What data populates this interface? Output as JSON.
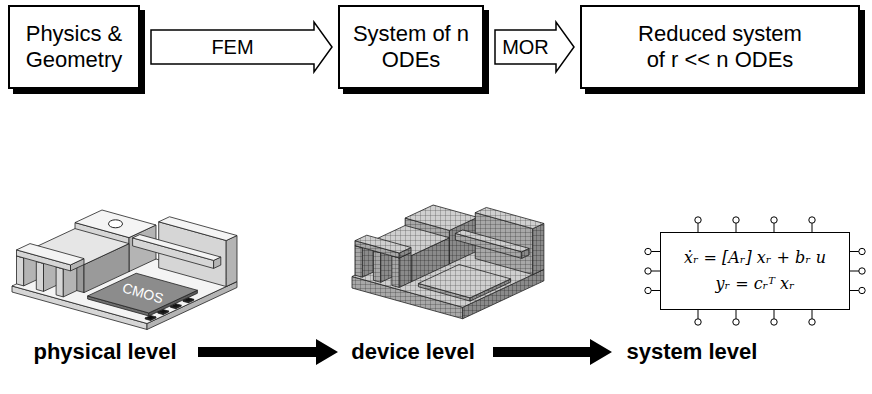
{
  "diagram": {
    "nodes": [
      {
        "text": [
          "Physics & Geometry"
        ]
      },
      {
        "text": [
          "System of n ODEs"
        ]
      },
      {
        "text": [
          "Reduced system of r << n ODEs"
        ]
      },
      {
        "text": [
          "ẋᵣ = [Aᵣ] xᵣ + bᵣ u",
          "yᵣ = cᵣᵀ xᵣ"
        ]
      }
    ],
    "edges": [
      {
        "from": 0,
        "to": 1,
        "label": "FEM",
        "arrow": "to"
      },
      {
        "from": 1,
        "to": 2,
        "label": "MOR",
        "arrow": "to"
      }
    ],
    "labels": [
      "CMOS",
      "physical level",
      "device level",
      "system level"
    ]
  }
}
